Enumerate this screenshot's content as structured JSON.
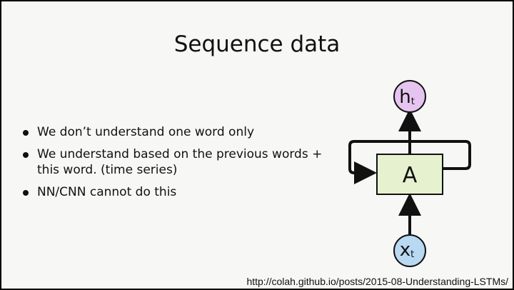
{
  "slide": {
    "title": "Sequence data",
    "bullets": [
      "We don’t understand one word only",
      "We understand based on the previous words + this word. (time series)",
      "NN/CNN cannot do this"
    ],
    "credit": "http://colah.github.io/posts/2015-08-Understanding-LSTMs/"
  },
  "diagram": {
    "cell_label": "A",
    "output_label": "h",
    "output_sub": "t",
    "input_label": "x",
    "input_sub": "t",
    "colors": {
      "cell_fill": "#e6f2cf",
      "output_fill": "#e6c4f0",
      "input_fill": "#b9d8f2",
      "stroke": "#111111"
    }
  }
}
